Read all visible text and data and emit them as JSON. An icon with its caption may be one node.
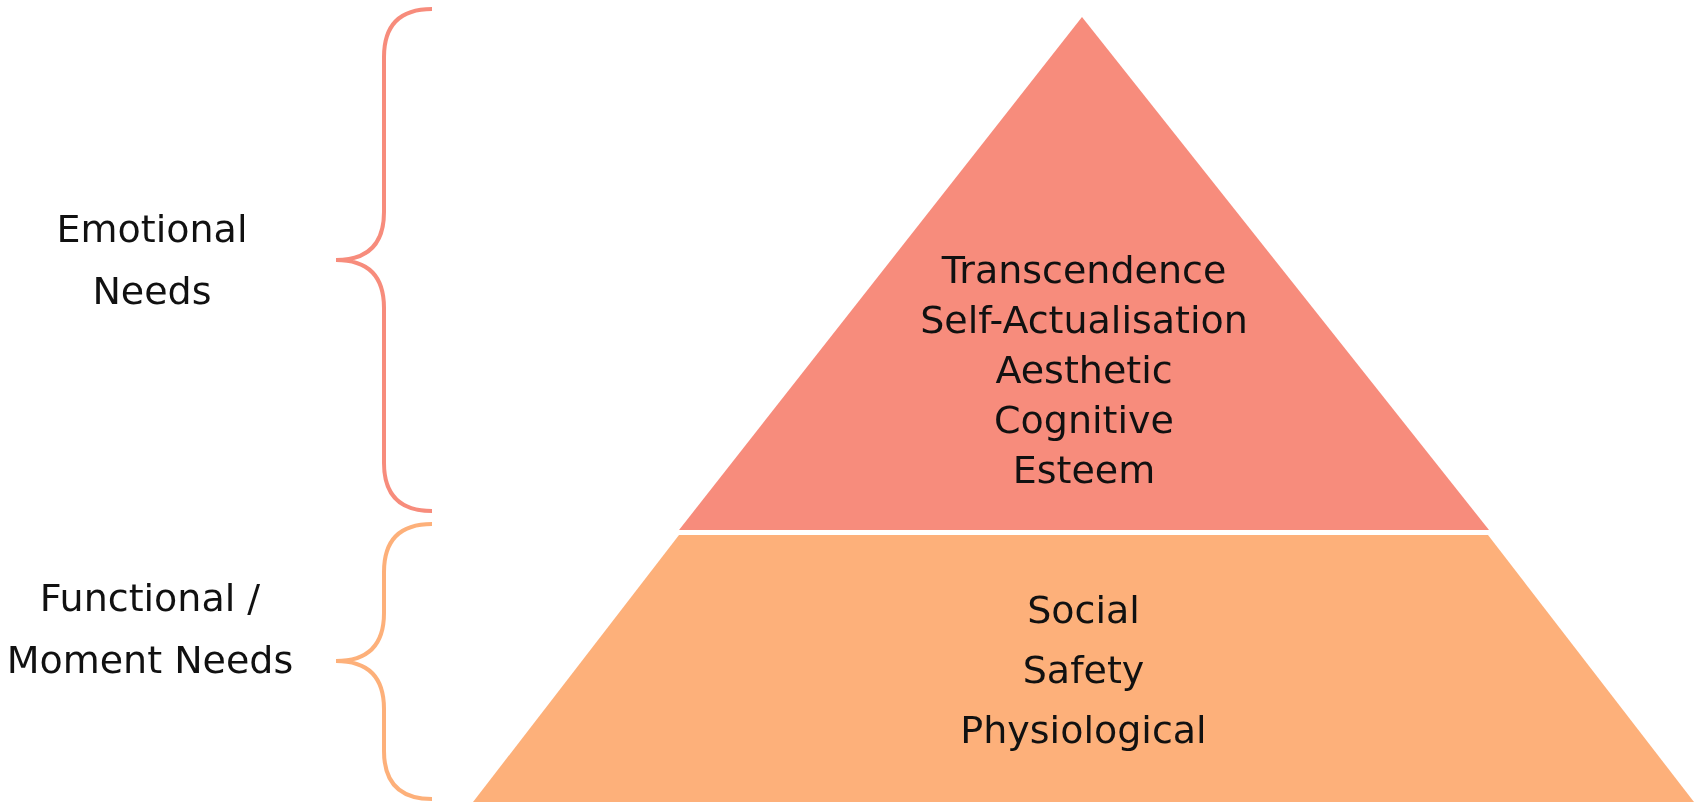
{
  "diagram": {
    "nodes": [
      {
        "text": [
          "Transcendence",
          "Self-Actualisation",
          "Aesthetic",
          "Cognitive",
          "Esteem"
        ]
      },
      {
        "text": [
          "Social",
          "Safety",
          "Physiological"
        ]
      }
    ],
    "labels": [
      "Emotional Needs",
      "Functional / Moment Needs"
    ]
  }
}
